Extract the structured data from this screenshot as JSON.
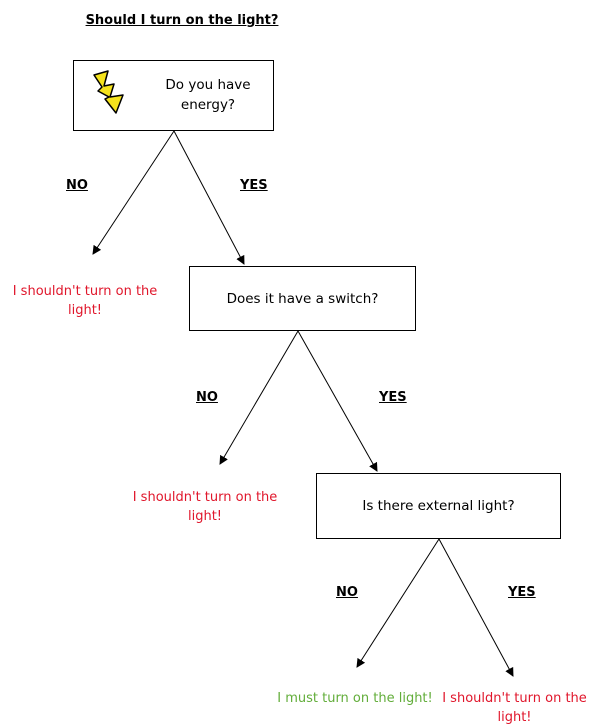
{
  "title": "Should I turn on the light?",
  "nodes": {
    "q1": "Do you have energy?",
    "q2": "Does it have a switch?",
    "q3": "Is there external light?"
  },
  "branches": {
    "q1_no": "NO",
    "q1_yes": "YES",
    "q2_no": "NO",
    "q2_yes": "YES",
    "q3_no": "NO",
    "q3_yes": "YES"
  },
  "outcomes": {
    "o1": "I shouldn't turn on the light!",
    "o2": "I shouldn't turn on the light!",
    "o3": "I must turn on the light!",
    "o4": "I shouldn't turn on the light!"
  },
  "colors": {
    "negative": "#e0162b",
    "positive": "#62ad3a",
    "bolt_fill": "#f5e31c"
  },
  "icons": {
    "q1": "lightning-bolt-icon"
  }
}
